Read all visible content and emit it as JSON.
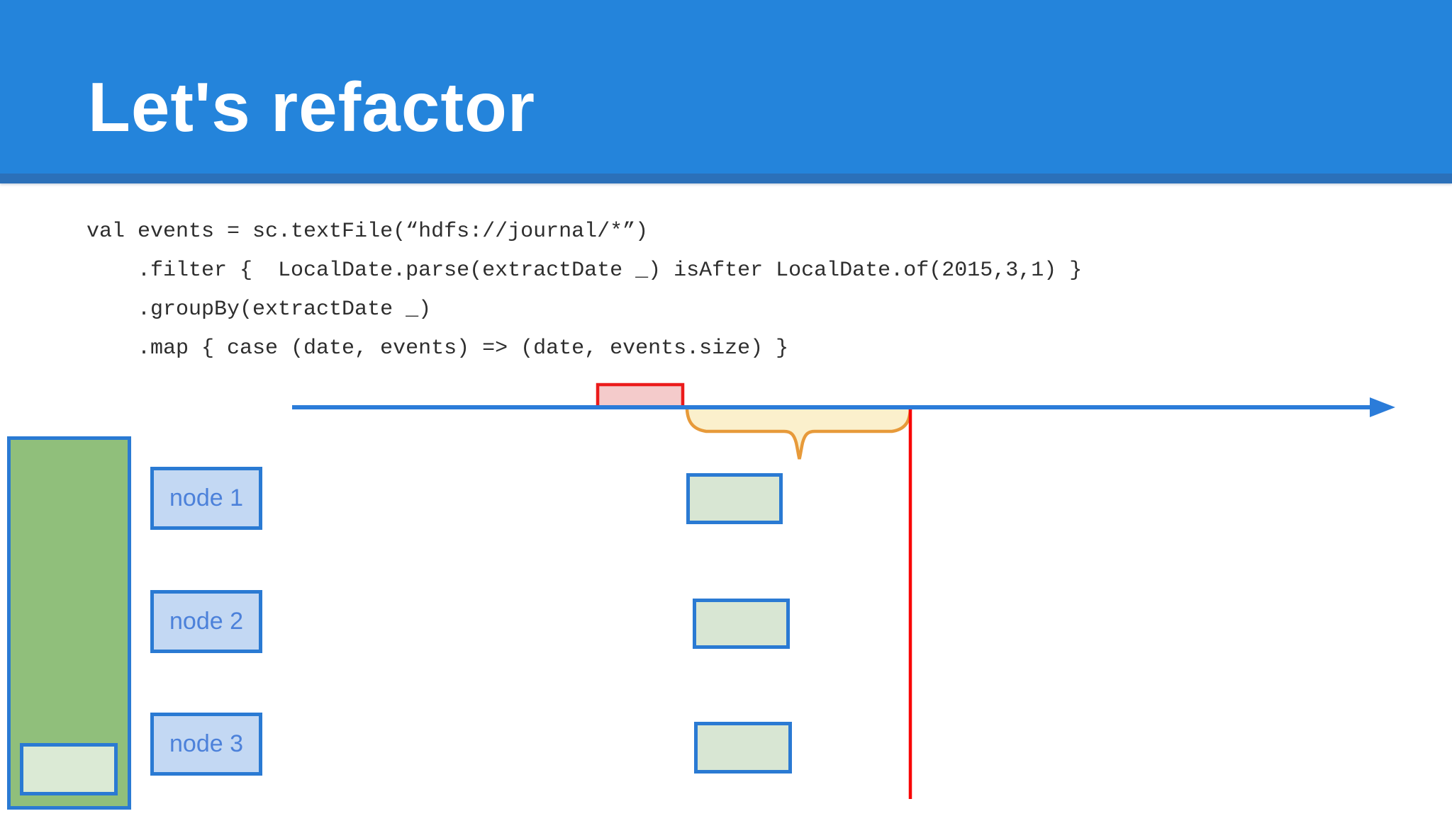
{
  "slide": {
    "title": "Let's refactor",
    "code_lines": [
      "val events = sc.textFile(“hdfs://journal/*”)",
      "    .filter {  LocalDate.parse(extractDate _) isAfter LocalDate.of(2015,3,1) }",
      "    .groupBy(extractDate _)",
      "    .map { case (date, events) => (date, events.size) }"
    ]
  },
  "diagram": {
    "node_labels": [
      "node 1",
      "node 2",
      "node 3"
    ],
    "timeline": "horizontal-arrow",
    "highlight_box": "red-range-on-timeline",
    "brace": "orange-curly-brace-under-timeline",
    "partition_line": "vertical-red-line"
  },
  "colors": {
    "header_blue": "#2484DB",
    "header_strip_blue": "#2B70B9",
    "title_text": "#FFFFFF",
    "code_text": "#2E2E2E",
    "timeline_blue": "#2B7CD9",
    "box_border_blue": "#2A7AD3",
    "node_fill": "#C3D8F3",
    "node_text": "#4C81DA",
    "big_rect_green": "#90BF7B",
    "light_green_fill": "#D8E6D3",
    "brace_fill": "#FBF0CC",
    "brace_stroke": "#E79A3A",
    "highlight_box_fill": "#F4CBCB",
    "highlight_box_border": "#EB1B1B",
    "red_line": "#F80606"
  }
}
